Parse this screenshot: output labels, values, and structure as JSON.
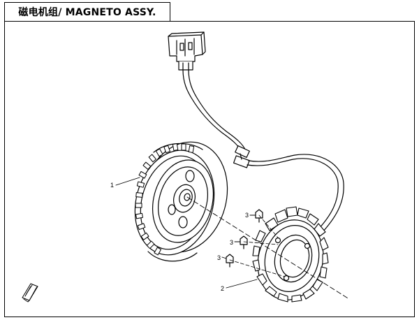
{
  "header": {
    "title": "磁电机组/ MAGNETO ASSY."
  },
  "callouts": [
    {
      "label": "1",
      "part": "flywheel"
    },
    {
      "label": "2",
      "part": "stator"
    },
    {
      "label": "3",
      "part": "bolt"
    },
    {
      "label": "3",
      "part": "bolt"
    },
    {
      "label": "3",
      "part": "bolt"
    }
  ]
}
